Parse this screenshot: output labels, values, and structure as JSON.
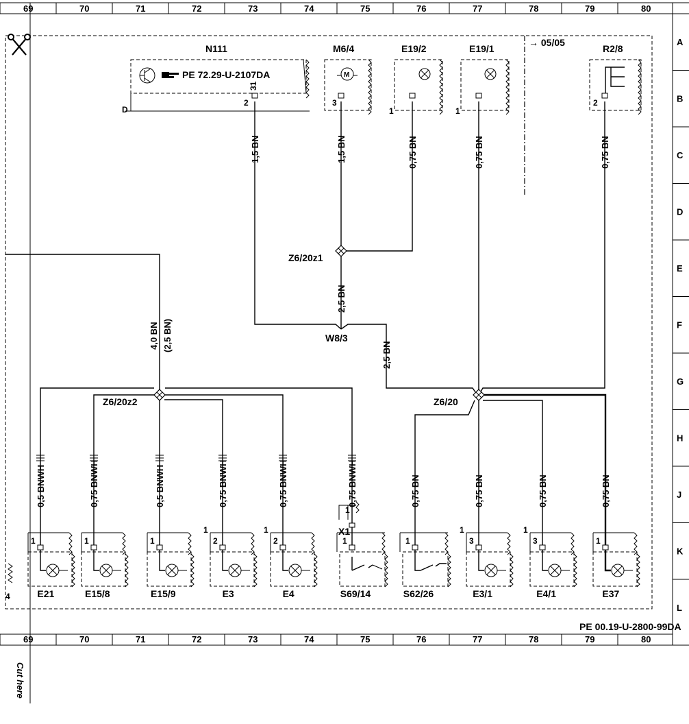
{
  "grid": {
    "columns": [
      "69",
      "70",
      "71",
      "72",
      "73",
      "74",
      "75",
      "76",
      "77",
      "78",
      "79",
      "80"
    ],
    "rows": [
      "A",
      "B",
      "C",
      "D",
      "E",
      "F",
      "G",
      "H",
      "J",
      "K",
      "L"
    ]
  },
  "components": {
    "n111": "N111",
    "m6_4": "M6/4",
    "e19_2": "E19/2",
    "e19_1": "E19/1",
    "r2_8": "R2/8",
    "z6_20z1": "Z6/20z1",
    "w8_3": "W8/3",
    "z6_20z2": "Z6/20z2",
    "z6_20": "Z6/20",
    "x1": "X1",
    "ref_0505": "→ 05/05",
    "n111_ref": "PE 72.29-U-2107DA",
    "bottom": [
      "E21",
      "E15/8",
      "E15/9",
      "E3",
      "E4",
      "S69/14",
      "S62/26",
      "E3/1",
      "E4/1",
      "E37"
    ]
  },
  "wires": {
    "n111": "1,5 BN",
    "m6_4": "1,5 BN",
    "e19_2": "0,75 BN",
    "e19_1": "0,75 BN",
    "r2_8": "0,75 BN",
    "z1_down": "2,5 BN",
    "main_left_a": "4,0 BN",
    "main_left_b": "(2,5 BN)",
    "w83_right": "2,5 BN",
    "bottom": [
      "0,5 BNWH",
      "0,75 BNWH",
      "0,5 BNWH",
      "0,75 BNWH",
      "0,75 BNWH",
      "0,75 BNWH",
      "0,75 BN",
      "0,75 BN",
      "0,75 BN",
      "0,75 BN"
    ]
  },
  "pins": {
    "n111_31": "31",
    "n111_2": "2",
    "m6_4": "3",
    "e19_2": "1",
    "e19_1": "1",
    "r2_8": "2",
    "x1_pin": "1",
    "bottom": [
      "1",
      "1",
      "1",
      "2",
      "2",
      "1",
      "1",
      "3",
      "3",
      "1"
    ],
    "bottom_outer": [
      "1",
      "1",
      "1",
      "1",
      "1"
    ],
    "d_mark": "D",
    "left_edge": "4"
  },
  "footer": {
    "code": "PE 00.19-U-2800-99DA",
    "cut_here": "Cut here"
  }
}
